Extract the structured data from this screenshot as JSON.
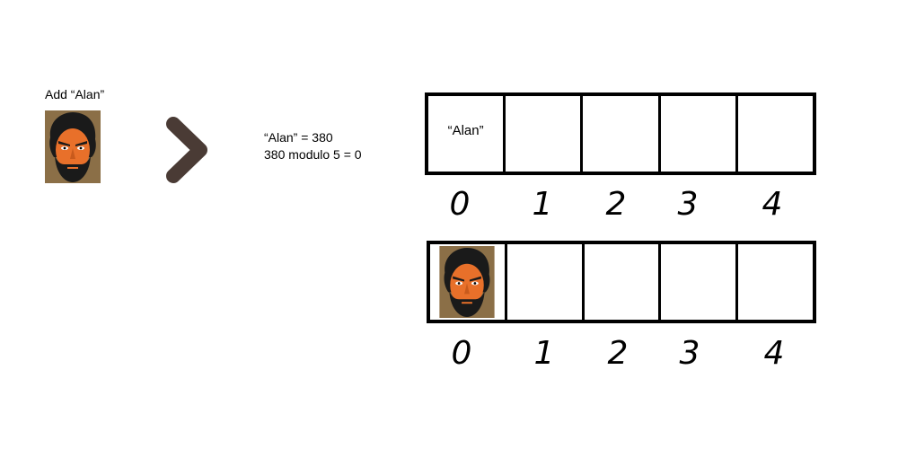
{
  "left": {
    "add_label": "Add “Alan”",
    "avatar_icon": "bearded-man-face-icon"
  },
  "arrow_icon": "chevron-right-icon",
  "hash": {
    "line1": "“Alan” = 380",
    "line2": "380 modulo 5 = 0"
  },
  "top_array": {
    "cells": [
      "“Alan”",
      "",
      "",
      "",
      ""
    ],
    "indices": [
      "0",
      "1",
      "2",
      "3",
      "4"
    ]
  },
  "bottom_array": {
    "cells": [
      "avatar",
      "",
      "",
      "",
      ""
    ],
    "indices": [
      "0",
      "1",
      "2",
      "3",
      "4"
    ]
  },
  "colors": {
    "face_skin": "#e8702a",
    "face_background": "#8b6f47",
    "hair": "#1a1a1a",
    "chevron": "#4a3b35"
  }
}
